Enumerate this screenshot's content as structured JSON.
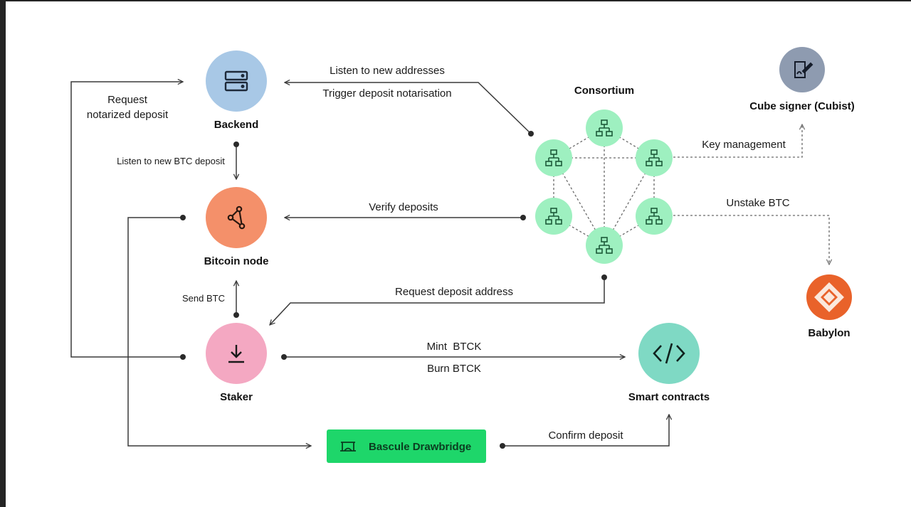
{
  "nodes": {
    "backend": {
      "label": "Backend",
      "color": "#a8c8e6",
      "icon": "server-icon"
    },
    "bitcoin_node": {
      "label": "Bitcoin node",
      "color": "#f4906a",
      "icon": "network-share-icon"
    },
    "staker": {
      "label": "Staker",
      "color": "#f4a8c2",
      "icon": "download-icon"
    },
    "smart_contracts": {
      "label": "Smart contracts",
      "color": "#7fd9c4",
      "icon": "code-icon"
    },
    "consortium": {
      "label": "Consortium",
      "color": "#9ef0c0",
      "icon": "network-icon"
    },
    "cube_signer": {
      "label": "Cube signer (Cubist)",
      "color": "#8e9bb0",
      "icon": "signature-icon"
    },
    "babylon": {
      "label": "Babylon",
      "color": "#e9622a",
      "icon": "babylon-logo-icon"
    }
  },
  "bascule": {
    "label": "Bascule Drawbridge",
    "color": "#1ed66a",
    "icon": "drawbridge-icon"
  },
  "edges": {
    "request_notarized": [
      "Request",
      "notarized deposit"
    ],
    "listen_addresses": "Listen to new addresses",
    "trigger_notarisation": "Trigger deposit notarisation",
    "listen_btc_deposit": "Listen to new BTC deposit",
    "verify_deposits": "Verify deposits",
    "send_btc": "Send BTC",
    "request_deposit_address": "Request deposit address",
    "mint": "Mint  BTCK",
    "burn": "Burn BTCK",
    "key_management": "Key management",
    "unstake": "Unstake BTC",
    "confirm_deposit": "Confirm deposit"
  }
}
